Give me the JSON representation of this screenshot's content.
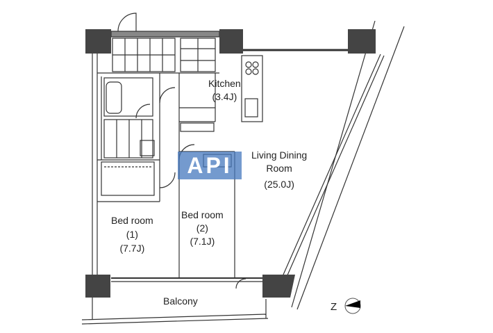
{
  "rooms": {
    "kitchen": {
      "name": "Kitchen",
      "size": "(3.4J)"
    },
    "living": {
      "name1": "Living Dining",
      "name2": "Room",
      "size": "(25.0J)"
    },
    "bed1": {
      "name": "Bed room",
      "num": "(1)",
      "size": "(7.7J)"
    },
    "bed2": {
      "name": "Bed room",
      "num": "(2)",
      "size": "(7.1J)"
    },
    "balcony": {
      "name": "Balcony"
    }
  },
  "compass": {
    "letter": "Z"
  },
  "watermark": {
    "text": "API"
  },
  "colors": {
    "wall": "#555555",
    "column": "#444444",
    "watermark": "#4678be"
  }
}
